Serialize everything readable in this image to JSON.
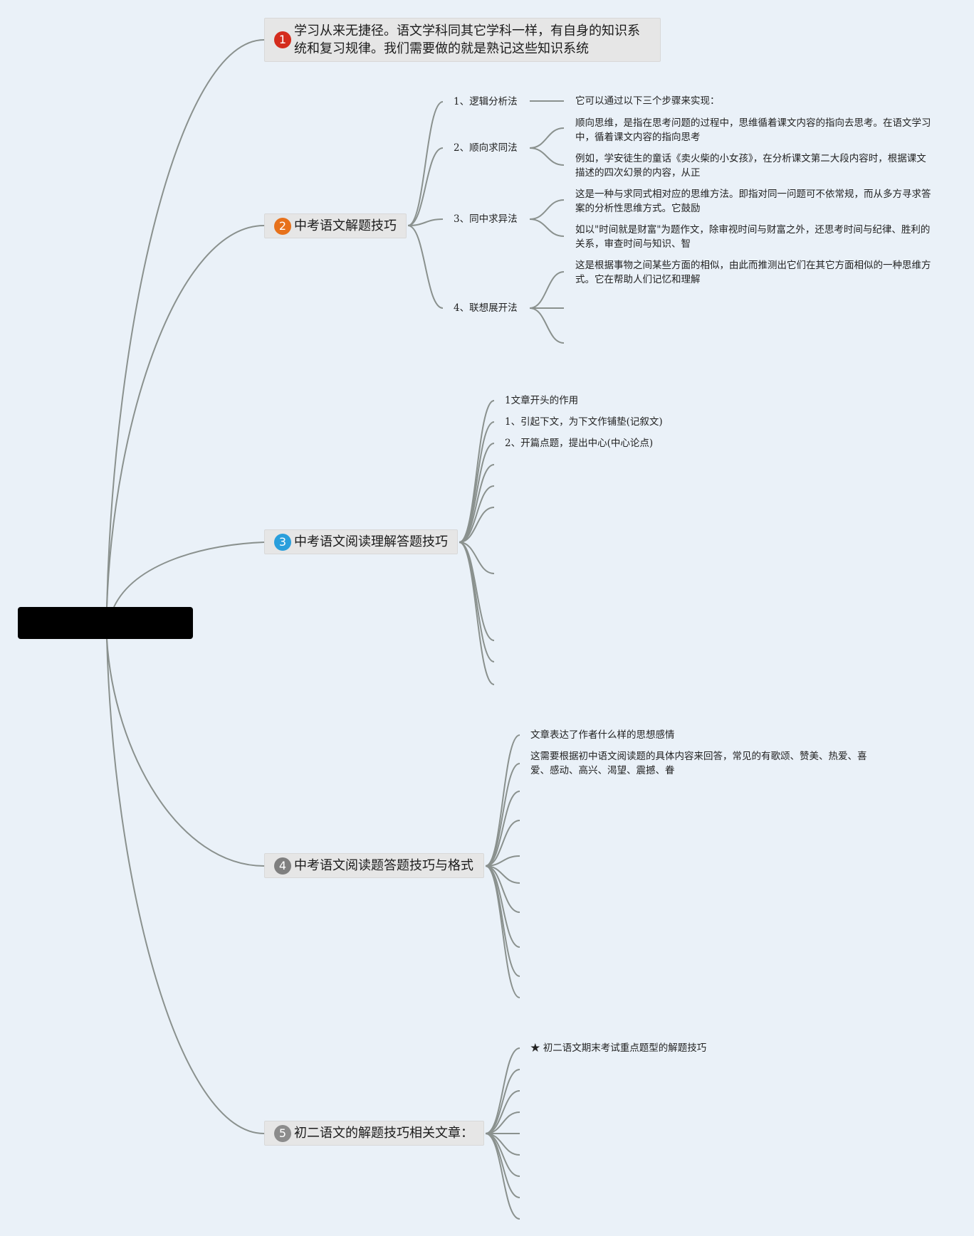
{
  "colors": {
    "background": "#eaf1f8",
    "edge": "#8a918e",
    "node_fill": "#e6e6e6",
    "badge_1": "#d42c1d",
    "badge_2": "#e7711b",
    "badge_3": "#2a9fdc",
    "badge_4": "#7f7f7f",
    "badge_5": "#8c8c8c",
    "root": "#000000"
  },
  "topics": [
    {
      "number": "1",
      "text": "学习从来无捷径。语文学科同其它学科一样，有自身的知识系\n统和复习规律。我们需要做的就是熟记这些知识系统"
    },
    {
      "number": "2",
      "text": "中考语文解题技巧",
      "subtopics": [
        {
          "label": "1、逻辑分析法",
          "notes": [
            "它可以通过以下三个步骤来实现："
          ]
        },
        {
          "label": "2、顺向求同法",
          "notes": [
            "顺向思维，是指在思考问题的过程中，思维循着课文内容的指向去思考。在语文学习中，循着课文内容的指向思考",
            "例如，学安徒生的童话《卖火柴的小女孩》，在分析课文第二大段内容时，根据课文描述的四次幻景的内容，从正"
          ]
        },
        {
          "label": "3、同中求异法",
          "notes": [
            "这是一种与求同式相对应的思维方法。即指对同一问题可不依常规，而从多方寻求答案的分析性思维方式。它鼓励",
            "如以\"时间就是财富\"为题作文，除审视时间与财富之外，还思考时间与纪律、胜利的关系，审查时间与知识、智"
          ]
        },
        {
          "label": "4、联想展开法",
          "notes": [
            "这是根据事物之间某些方面的相似，由此而推测出它们在其它方面相似的一种思维方式。它在帮助人们记忆和理解"
          ]
        }
      ]
    },
    {
      "number": "3",
      "text": "中考语文阅读理解答题技巧",
      "notes": [
        "1文章开头的作用",
        "1、引起下文，为下文作铺垫(记叙文)",
        "2、开篇点题，提出中心(中心论点)"
      ]
    },
    {
      "number": "4",
      "text": "中考语文阅读题答题技巧与格式",
      "notes": [
        "文章表达了作者什么样的思想感情",
        "这需要根据初中语文阅读题的具体内容来回答，常见的有歌颂、赞美、热爱、喜爱、感动、高兴、渴望、震撼、眷"
      ]
    },
    {
      "number": "5",
      "text": "初二语文的解题技巧相关文章：",
      "notes": [
        "★ 初二语文期末考试重点题型的解题技巧"
      ]
    }
  ]
}
